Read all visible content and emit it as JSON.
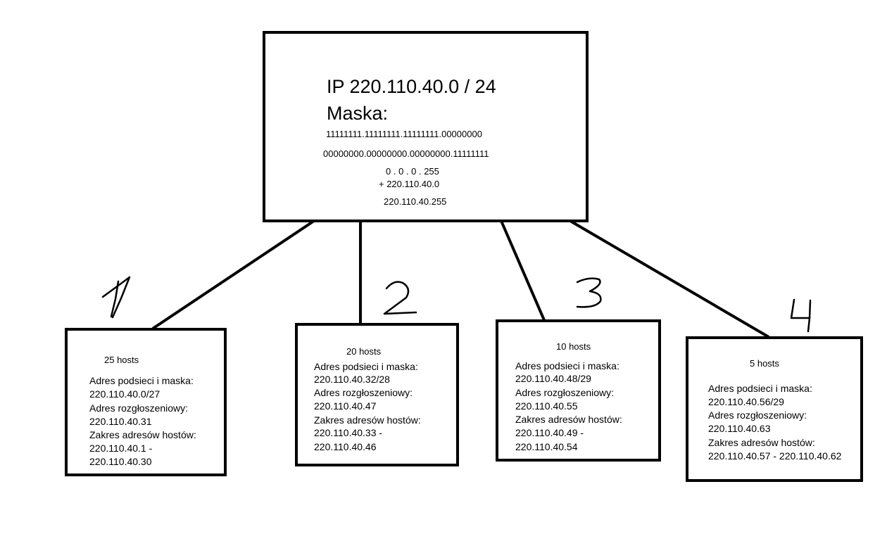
{
  "main": {
    "ip_line": "IP 220.110.40.0 / 24",
    "mask_label": "Maska:",
    "mask_binary": "11111111.11111111.11111111.00000000",
    "wildcard_binary": "00000000.00000000.00000000.11111111",
    "wildcard_decimal": "0 . 0 . 0 . 255",
    "plus_network": "+ 220.110.40.0",
    "broadcast_result": "220.110.40.255"
  },
  "subnets": [
    {
      "number": "1",
      "hosts": "25 hosts",
      "lines": [
        "Adres podsieci i maska:",
        "220.110.40.0/27",
        "Adres rozgłoszeniowy:",
        "220.110.40.31",
        "Zakres adresów hostów:",
        "220.110.40.1 -",
        "220.110.40.30"
      ]
    },
    {
      "number": "2",
      "hosts": "20 hosts",
      "lines": [
        "Adres podsieci i maska:",
        "220.110.40.32/28",
        "Adres rozgłoszeniowy:",
        "220.110.40.47",
        "Zakres adresów hostów:",
        "220.110.40.33 -",
        "220.110.40.46"
      ]
    },
    {
      "number": "3",
      "hosts": "10 hosts",
      "lines": [
        "Adres podsieci i maska:",
        "220.110.40.48/29",
        "Adres rozgłoszeniowy:",
        "220.110.40.55",
        "Zakres adresów hostów:",
        "220.110.40.49 -",
        "220.110.40.54"
      ]
    },
    {
      "number": "4",
      "hosts": "5 hosts",
      "lines": [
        "Adres podsieci i maska:",
        "220.110.40.56/29",
        "Adres rozgłoszeniowy:",
        "220.110.40.63",
        "Zakres adresów hostów:",
        "220.110.40.57 - 220.110.40.62"
      ]
    }
  ]
}
